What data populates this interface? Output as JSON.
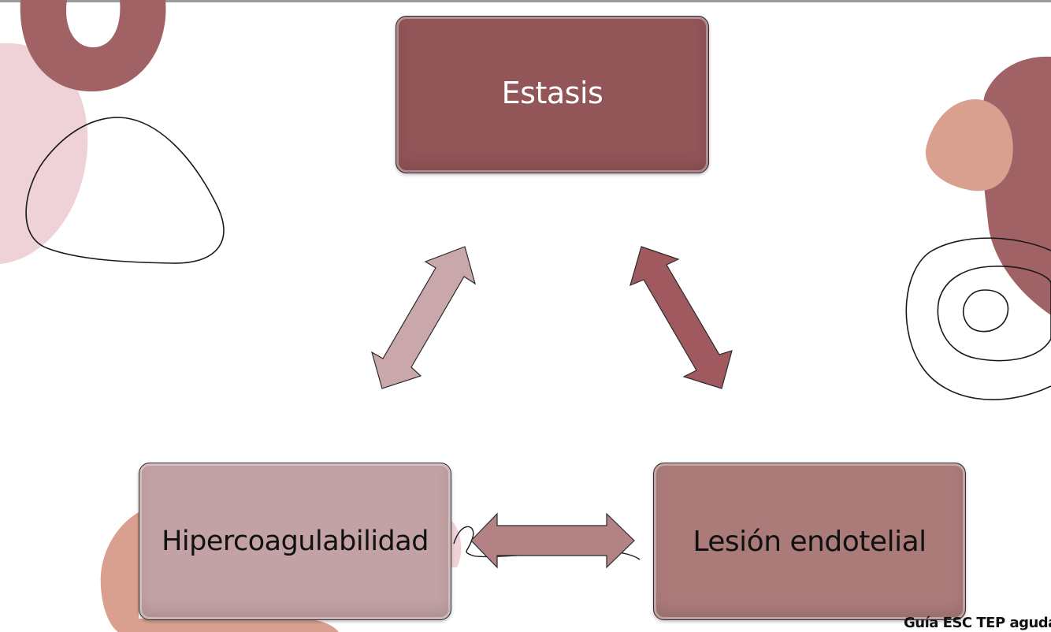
{
  "diagram": {
    "nodes": {
      "estasis": "Estasis",
      "hipercoagulabilidad": "Hipercoagulabilidad",
      "lesion_endotelial": "Lesión endotelial"
    },
    "footnote": "Guía ESC TEP aguda"
  },
  "colors": {
    "estasis_fill": "#925558",
    "hipercoagulabilidad_fill": "#c3a2a5",
    "lesion_fill": "#ab7b7a",
    "arrow_left": "#c9a7aa",
    "arrow_right": "#a05a5f",
    "arrow_bottom": "#b28284",
    "deco_pink": "#efd2d7",
    "deco_maroon": "#a16265",
    "deco_salmon": "#d9a08f"
  }
}
